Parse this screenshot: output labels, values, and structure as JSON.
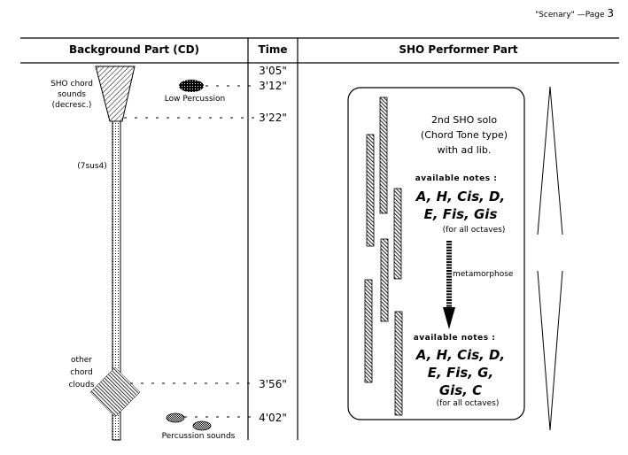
{
  "page_header": {
    "title": "\"Scenary\"",
    "dash": "—",
    "page_label": "Page",
    "page_number": "3"
  },
  "columns": {
    "background": "Background Part (CD)",
    "time": "Time",
    "performer": "SHO Performer Part"
  },
  "times": [
    "3'05\"",
    "3'12\"",
    "3'22\"",
    "3'56\"",
    "4'02\""
  ],
  "background": {
    "sho_chord": [
      "SHO chord",
      "sounds",
      "(decresc.)"
    ],
    "low_percussion": "Low Percussion",
    "chord_label": "(7sus4)",
    "other_chord": [
      "other",
      "chord",
      "clouds"
    ],
    "percussion_sounds": "Percussion sounds"
  },
  "performer": {
    "solo_lines": [
      "2nd SHO solo",
      "(Chord Tone type)",
      "with ad lib."
    ],
    "available_label_1": "available notes :",
    "notes_1": [
      "A, H, Cis, D,",
      "E, Fis, Gis"
    ],
    "octaves_1": "(for all octaves)",
    "metamorphose": "metamorphose",
    "available_label_2": "available notes :",
    "notes_2": [
      "A, H, Cis, D,",
      "E, Fis, G,",
      "Gis, C"
    ],
    "octaves_2": "(for all octaves)"
  }
}
